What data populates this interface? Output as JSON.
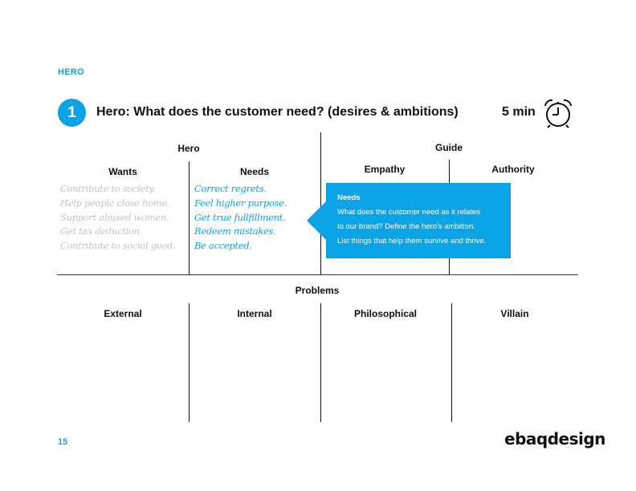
{
  "section_tag": "HERO",
  "step": {
    "number": "1",
    "title": "Hero: What does the customer need? (desires & ambitions)",
    "duration": "5 min",
    "icon": "alarm-clock-icon"
  },
  "hero": {
    "heading": "Hero",
    "wants": {
      "heading": "Wants",
      "items": [
        "Contribute to society.",
        "Help people close home.",
        "Support abused women.",
        "Get tax deduction.",
        "Contribute to social good."
      ]
    },
    "needs": {
      "heading": "Needs",
      "items": [
        "Correct regrets.",
        "Feel higher purpose.",
        "Get true fullfillment.",
        "Redeem mistakes.",
        "Be accepted."
      ]
    }
  },
  "guide": {
    "heading": "Guide",
    "empathy": "Empathy",
    "authority": "Authority"
  },
  "tooltip": {
    "title": "Needs",
    "lines": [
      "What does the customer need as it relates",
      "to our brand? Define the hero's ambition.",
      "List things that help them survive and thrive."
    ]
  },
  "problems": {
    "heading": "Problems",
    "external": "External",
    "internal": "Internal",
    "philosophical": "Philosophical",
    "villain": "Villain"
  },
  "footer": {
    "page": "15",
    "logo": "ebaqdesign"
  },
  "colors": {
    "accent": "#0aa3e6",
    "muted_text": "#c4c4c4",
    "text": "#111111"
  }
}
